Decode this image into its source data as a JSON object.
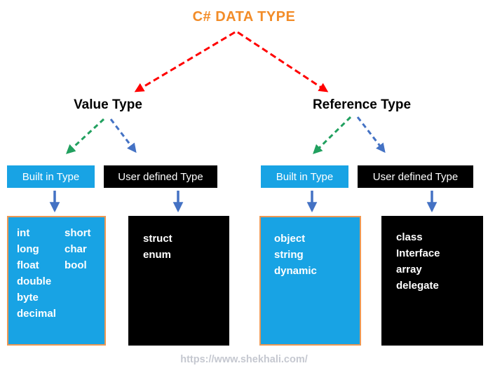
{
  "title": "C# DATA TYPE",
  "branches": [
    {
      "label": "Value Type",
      "children": [
        {
          "label": "Built in Type",
          "variant": "blue",
          "columns": [
            [
              "int",
              "long",
              "float",
              "double",
              "byte",
              "decimal"
            ],
            [
              "short",
              "char",
              "bool"
            ]
          ]
        },
        {
          "label": "User defined Type",
          "variant": "black",
          "columns": [
            [
              "struct",
              "enum"
            ]
          ]
        }
      ]
    },
    {
      "label": "Reference Type",
      "children": [
        {
          "label": "Built in Type",
          "variant": "blue",
          "columns": [
            [
              "object",
              "string",
              "dynamic"
            ]
          ]
        },
        {
          "label": "User defined Type",
          "variant": "black",
          "columns": [
            [
              "class",
              "Interface",
              "array",
              "delegate"
            ]
          ]
        }
      ]
    }
  ],
  "colors": {
    "title_orange": "#F28C28",
    "box_blue": "#18A3E4",
    "box_black": "#000000",
    "content_border_orange": "#ED9853",
    "arrow_red": "#FF0000",
    "arrow_green": "#21A05F",
    "arrow_blue": "#4472C4",
    "footer_gray": "#C5C8D0"
  },
  "footer_url": "https://www.shekhali.com/"
}
